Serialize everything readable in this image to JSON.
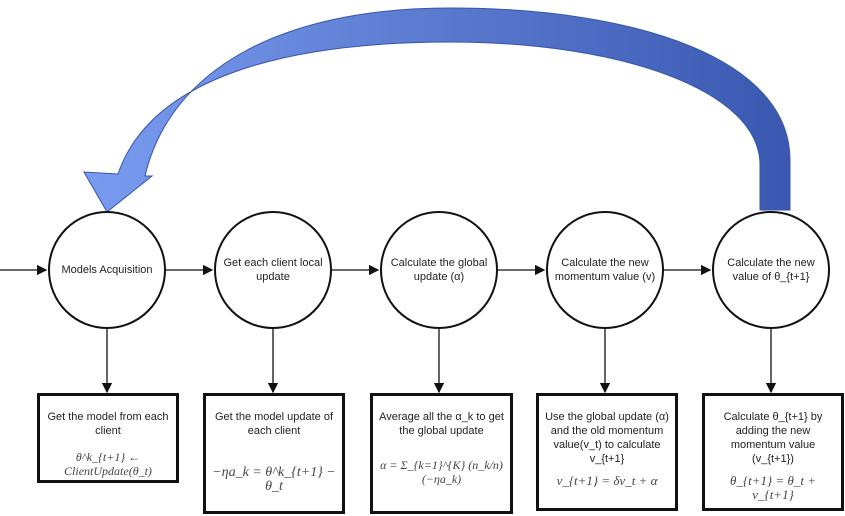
{
  "colors": {
    "arrow_light": "#6f93ea",
    "arrow_dark": "#3c5cb5",
    "stroke": "#111111"
  },
  "steps": [
    {
      "circle": "Models Acquisition",
      "box_text": "Get the model from each client",
      "formula": "θ^k_{t+1} ← ClientUpdate(θ_t)"
    },
    {
      "circle": "Get each client local update",
      "box_text": "Get the model update of each client",
      "formula": "−ηa_k = θ^k_{t+1} − θ_t"
    },
    {
      "circle": "Calculate the global update (α)",
      "box_text": "Average all the α_k to get the global update",
      "formula": "α = Σ_{k=1}^{K} (n_k/n)(−ηa_k)"
    },
    {
      "circle": "Calculate the new momentum value (v)",
      "box_text": "Use the global update (α) and the old momentum value(v_t) to calculate v_{t+1}",
      "formula": "v_{t+1} = δv_t + α"
    },
    {
      "circle": "Calculate the new value of θ_{t+1}",
      "box_text": "Calculate θ_{t+1} by adding the new momentum value (v_{t+1})",
      "formula": "θ_{t+1} = θ_t + v_{t+1}"
    }
  ]
}
